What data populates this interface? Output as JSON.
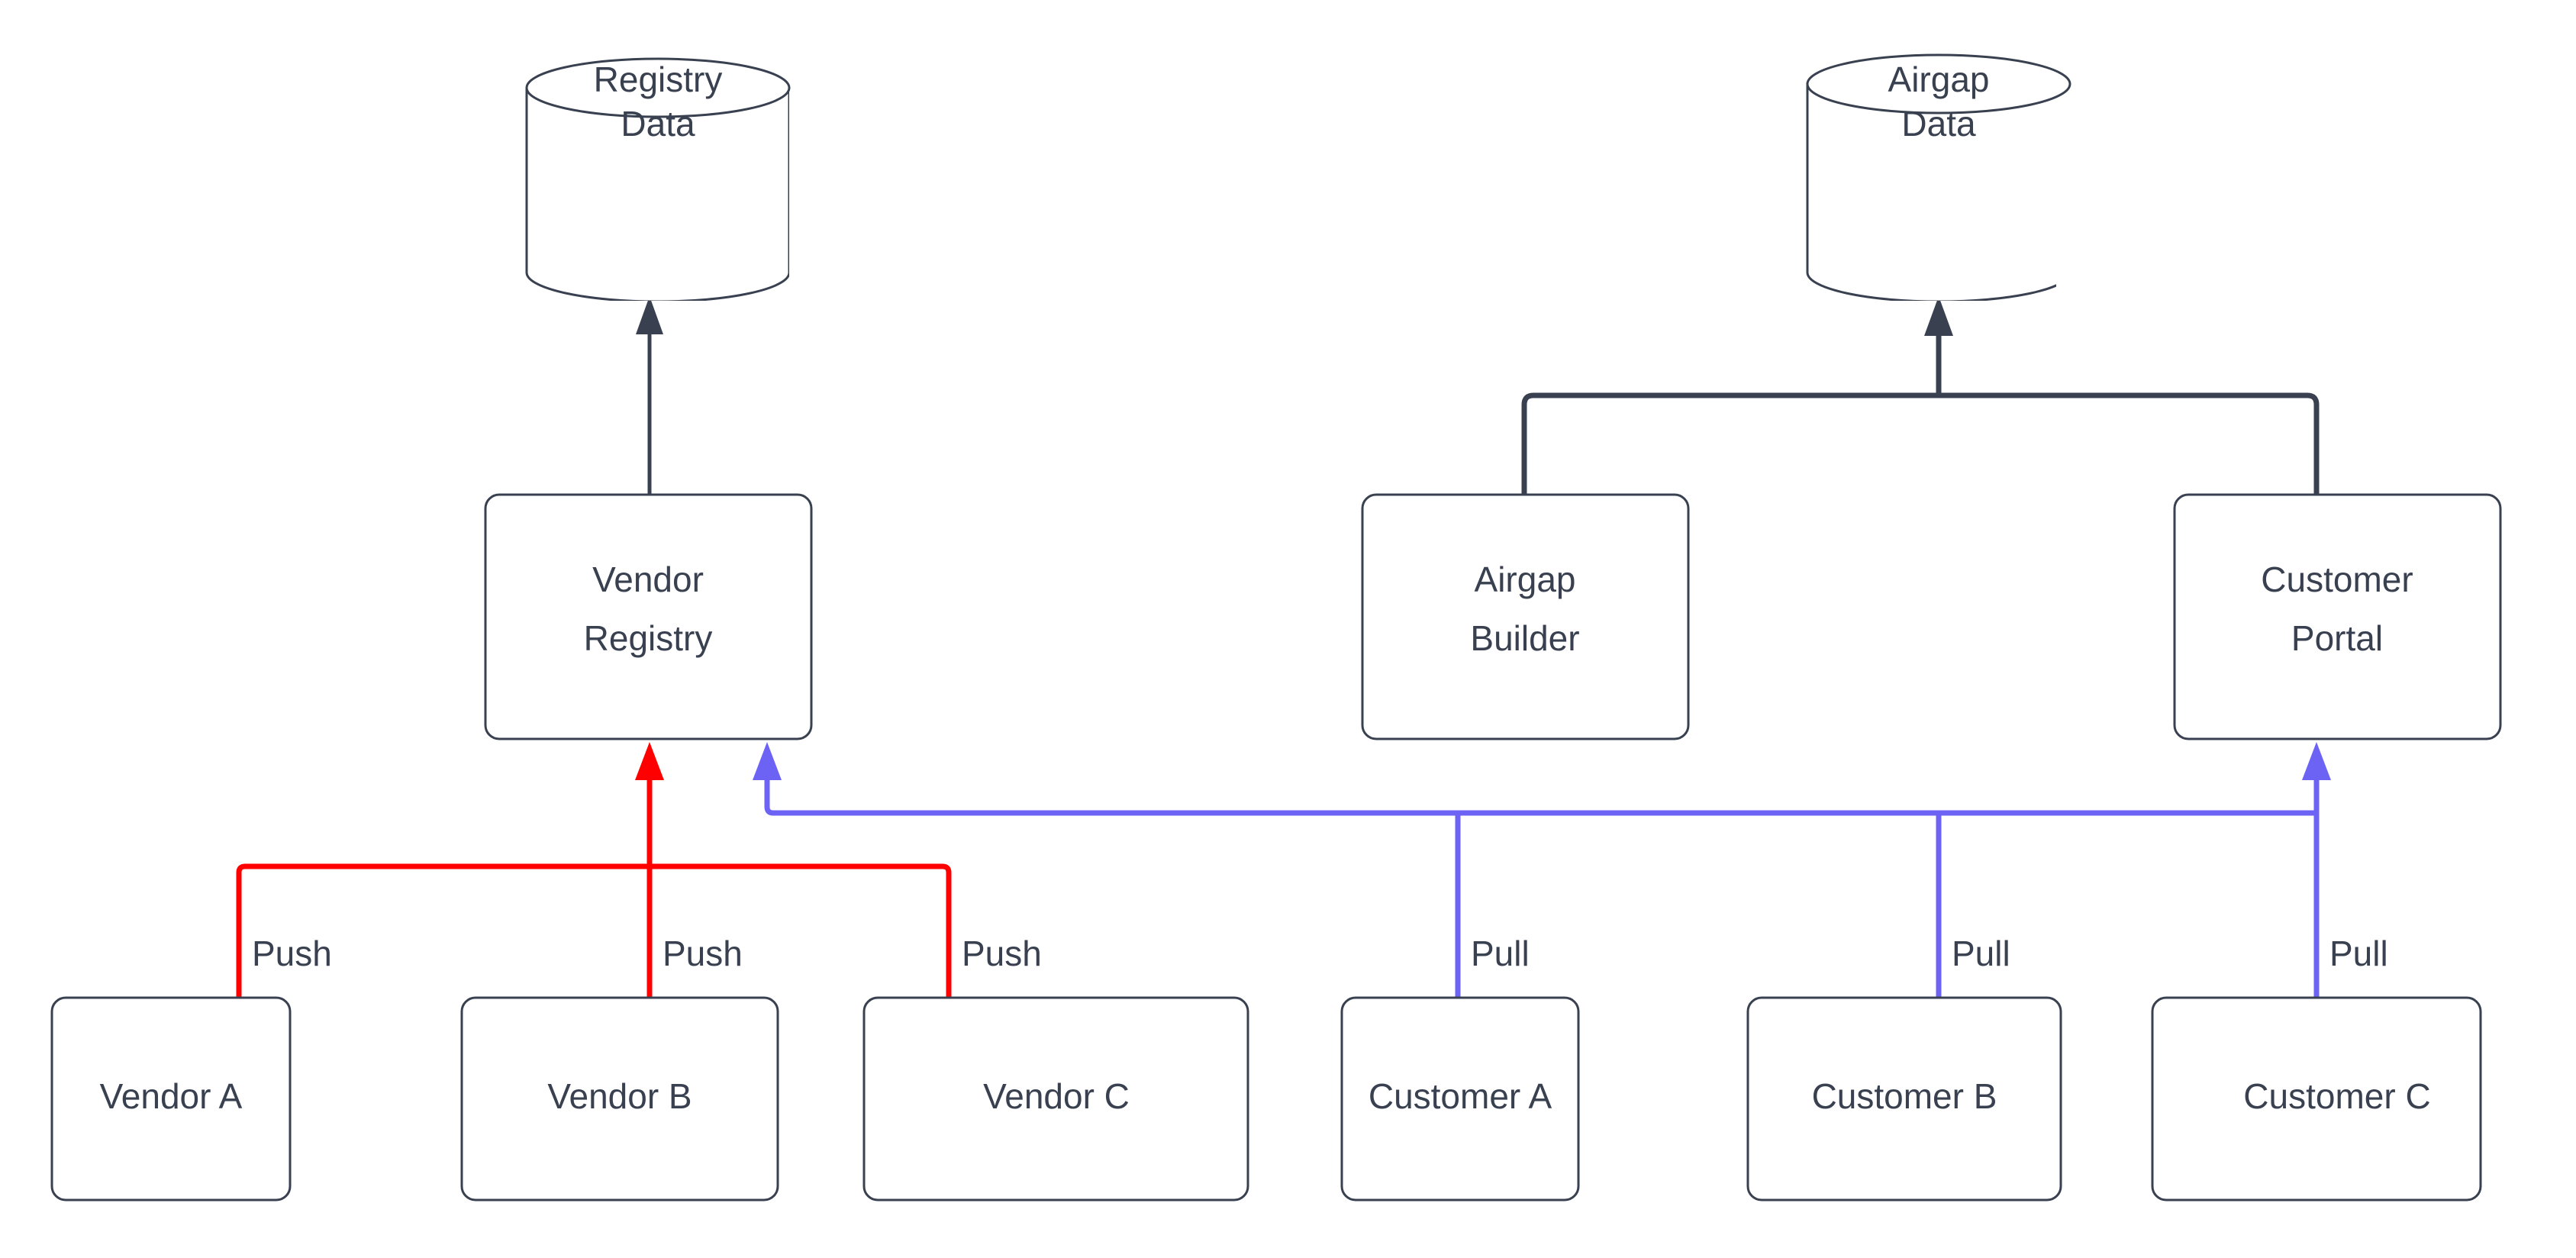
{
  "diagram": {
    "type": "flow-architecture",
    "background_color": "#ffffff",
    "colors": {
      "stroke_dark": "#394150",
      "push_red": "#ff0000",
      "pull_blue": "#6c63f5",
      "node_fill": "#ffffff"
    },
    "datastores": [
      {
        "id": "registry-data",
        "label_line1": "Registry",
        "label_line2": "Data",
        "shape": "cylinder"
      },
      {
        "id": "airgap-data",
        "label_line1": "Airgap",
        "label_line2": "Data",
        "shape": "cylinder"
      }
    ],
    "services": [
      {
        "id": "vendor-registry",
        "label_line1": "Vendor",
        "label_line2": "Registry",
        "shape": "rounded-rect"
      },
      {
        "id": "airgap-builder",
        "label_line1": "Airgap",
        "label_line2": "Builder",
        "shape": "rounded-rect"
      },
      {
        "id": "customer-portal",
        "label_line1": "Customer",
        "label_line2": "Portal",
        "shape": "rounded-rect"
      }
    ],
    "actors": [
      {
        "id": "vendor-a",
        "label": "Vendor A",
        "group": "vendor"
      },
      {
        "id": "vendor-b",
        "label": "Vendor B",
        "group": "vendor"
      },
      {
        "id": "vendor-c",
        "label": "Vendor C",
        "group": "vendor"
      },
      {
        "id": "customer-a",
        "label": "Customer A",
        "group": "customer"
      },
      {
        "id": "customer-b",
        "label": "Customer B",
        "group": "customer"
      },
      {
        "id": "customer-c",
        "label": "Customer C",
        "group": "customer"
      }
    ],
    "edge_labels": {
      "push_a": "Push",
      "push_b": "Push",
      "push_c": "Push",
      "pull_a": "Pull",
      "pull_b": "Pull",
      "pull_c": "Pull"
    },
    "edges": [
      {
        "id": "vendor-registry-to-registry-data",
        "from": "vendor-registry",
        "to": "registry-data",
        "color": "#394150",
        "label": ""
      },
      {
        "id": "airgap-builder-to-airgap-data",
        "from": "airgap-builder",
        "to": "airgap-data",
        "color": "#394150",
        "label": ""
      },
      {
        "id": "customer-portal-to-airgap-data",
        "from": "customer-portal",
        "to": "airgap-data",
        "color": "#394150",
        "label": ""
      },
      {
        "id": "vendor-a-push",
        "from": "vendor-a",
        "to": "vendor-registry",
        "color": "#ff0000",
        "label": "Push"
      },
      {
        "id": "vendor-b-push",
        "from": "vendor-b",
        "to": "vendor-registry",
        "color": "#ff0000",
        "label": "Push"
      },
      {
        "id": "vendor-c-push",
        "from": "vendor-c",
        "to": "vendor-registry",
        "color": "#ff0000",
        "label": "Push"
      },
      {
        "id": "customer-a-pull",
        "from": "customer-a",
        "to": "customer-portal",
        "color": "#6c63f5",
        "label": "Pull"
      },
      {
        "id": "customer-b-pull",
        "from": "customer-b",
        "to": "customer-portal",
        "color": "#6c63f5",
        "label": "Pull"
      },
      {
        "id": "customer-c-pull",
        "from": "customer-c",
        "to": "customer-portal",
        "color": "#6c63f5",
        "label": "Pull"
      },
      {
        "id": "pull-bus-to-vendor-registry",
        "from": "pull-bus",
        "to": "vendor-registry",
        "color": "#6c63f5",
        "label": ""
      }
    ]
  }
}
